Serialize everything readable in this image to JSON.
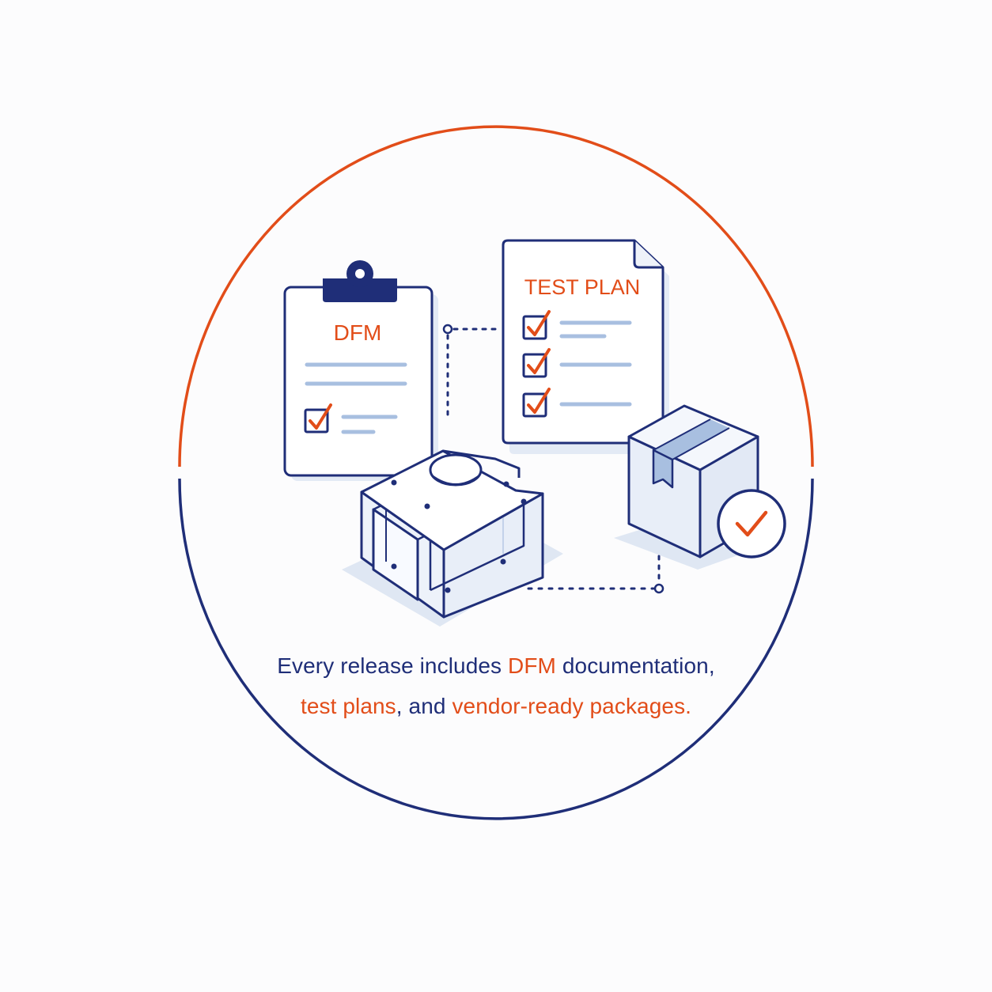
{
  "colors": {
    "navy": "#1f2e78",
    "orange": "#e24d19",
    "light_blue": "#a8bfe0",
    "fill_blue": "#e8eef8",
    "background": "#fcfcfd"
  },
  "icons": {
    "dfm_document": "clipboard-icon",
    "test_plan_document": "document-icon",
    "bracket_part": "machined-bracket-icon",
    "package": "package-box-icon",
    "approval": "check-circle-icon"
  },
  "dfm": {
    "title": "DFM"
  },
  "test_plan": {
    "title": "TEST PLAN"
  },
  "caption": {
    "line1": [
      {
        "text": "Every release includes ",
        "accent": false
      },
      {
        "text": "DFM",
        "accent": true
      },
      {
        "text": " documentation,",
        "accent": false
      }
    ],
    "line2": [
      {
        "text": "test plans",
        "accent": true
      },
      {
        "text": ", and ",
        "accent": false
      },
      {
        "text": "vendor-ready packages.",
        "accent": true
      }
    ]
  }
}
